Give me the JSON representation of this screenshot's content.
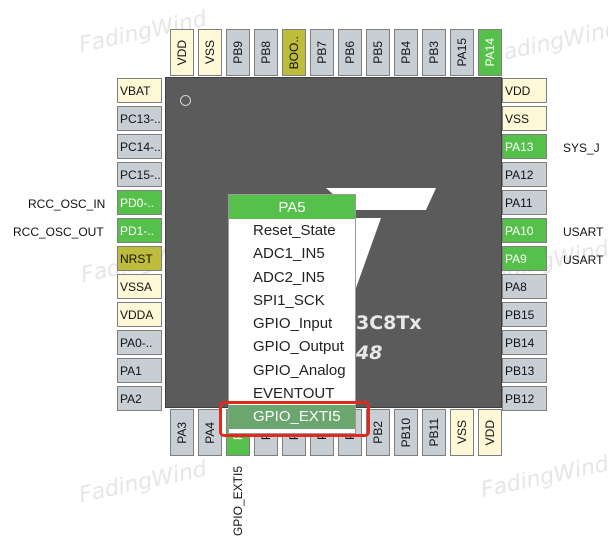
{
  "watermark": "FadingWind",
  "chip": {
    "part": "3C8Tx",
    "package": "48"
  },
  "top_pins": [
    "VDD",
    "VSS",
    "PB9",
    "PB8",
    "BOO..",
    "PB7",
    "PB6",
    "PB5",
    "PB4",
    "PB3",
    "PA15",
    "PA14"
  ],
  "bottom_pins": [
    "PA3",
    "PA4",
    "PA",
    "PA",
    "PA",
    "PB",
    "PB",
    "PB2",
    "PB10",
    "PB11",
    "VSS",
    "VDD"
  ],
  "left_pins": [
    "VBAT",
    "PC13-..",
    "PC14-..",
    "PC15-..",
    "PD0-..",
    "PD1-..",
    "NRST",
    "VSSA",
    "VDDA",
    "PA0-..",
    "PA1",
    "PA2"
  ],
  "right_pins": [
    "VDD",
    "VSS",
    "PA13",
    "PA12",
    "PA11",
    "PA10",
    "PA9",
    "PA8",
    "PB15",
    "PB14",
    "PB13",
    "PB12"
  ],
  "left_labels": {
    "pd0": "RCC_OSC_IN",
    "pd1": "RCC_OSC_OUT"
  },
  "right_labels": {
    "pa13": "SYS_J",
    "pa10": "USART",
    "pa9": "USART"
  },
  "bottom_label": "GPIO_EXTI5",
  "context_menu": {
    "header": "PA5",
    "items": [
      "Reset_State",
      "ADC1_IN5",
      "ADC2_IN5",
      "SPI1_SCK",
      "GPIO_Input",
      "GPIO_Output",
      "GPIO_Analog",
      "EVENTOUT",
      "GPIO_EXTI5"
    ],
    "selected": "GPIO_EXTI5"
  },
  "colors": {
    "assigned_pin": "#55c14a",
    "power_pin": "#fff8d6",
    "reset_pin": "#bdbd3b",
    "default_pin": "#c7cfd4",
    "highlight": "#e02a20"
  }
}
